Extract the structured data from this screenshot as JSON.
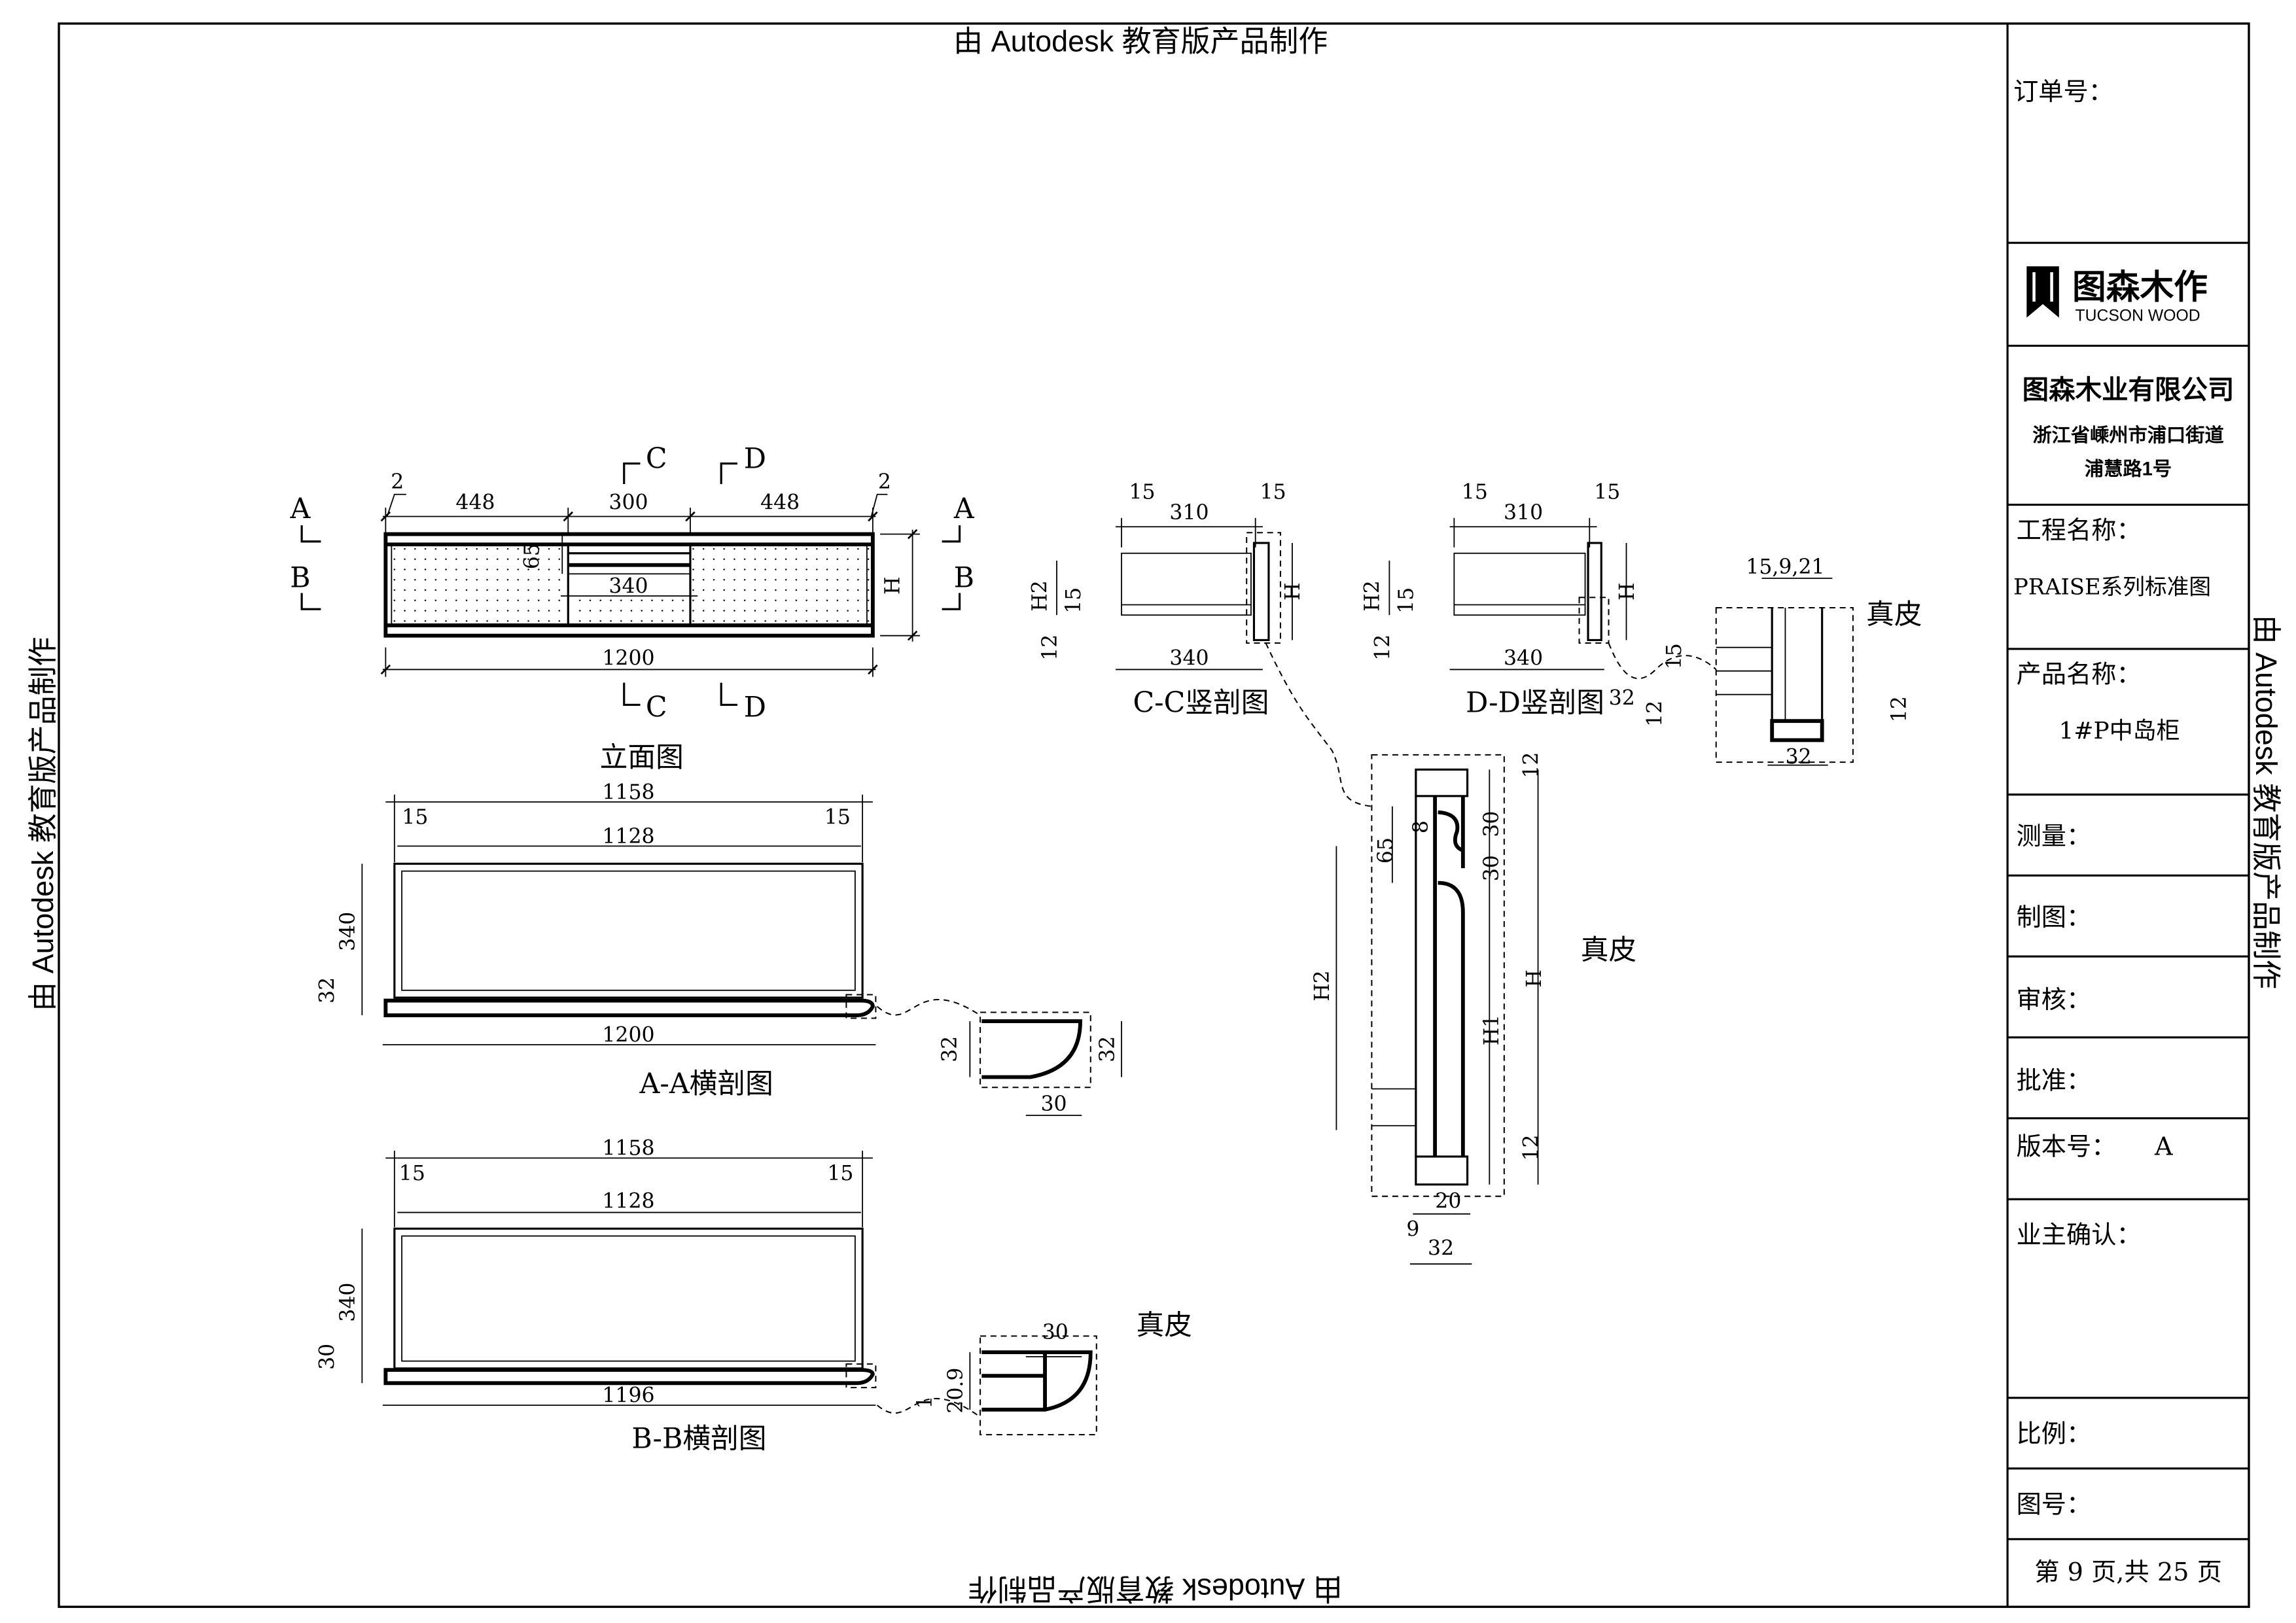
{
  "watermark": "由 Autodesk 教育版产品制作",
  "title_block": {
    "order_no_label": "订单号：",
    "logo": {
      "cn": "图森木作",
      "en": "TUCSON WOOD"
    },
    "company": "图森木业有限公司",
    "address_line1": "浙江省嵊州市浦口街道",
    "address_line2": "浦慧路1号",
    "project_label": "工程名称：",
    "project_value": "PRAISE系列标准图",
    "product_label": "产品名称：",
    "product_value": "1#P中岛柜",
    "measure_label": "测量：",
    "drawn_label": "制图：",
    "review_label": "审核：",
    "approve_label": "批准：",
    "version_label": "版本号：",
    "version_value": "A",
    "owner_confirm_label": "业主确认：",
    "scale_label": "比例：",
    "drawing_no_label": "图号：",
    "page_info": "第 9 页,共 25 页"
  },
  "elevation": {
    "caption": "立面图",
    "dims": {
      "left_gap": "2",
      "right_gap": "2",
      "left": "448",
      "middle": "300",
      "right": "448",
      "total": "1200",
      "drawer": "65",
      "inner": "340",
      "height": "H"
    },
    "markers": {
      "a": "A",
      "b": "B",
      "c": "C",
      "d": "D"
    }
  },
  "section_aa": {
    "caption": "A-A横剖图",
    "dims": {
      "outer": "1158",
      "side_l": "15",
      "side_r": "15",
      "inner": "1128",
      "depth": "340",
      "base": "32",
      "total": "1200"
    }
  },
  "section_bb": {
    "caption": "B-B横剖图",
    "dims": {
      "outer": "1158",
      "side_l": "15",
      "side_r": "15",
      "inner": "1128",
      "depth": "340",
      "base": "30",
      "total": "1196"
    }
  },
  "detail_aa": {
    "h_left": "32",
    "h_right": "32",
    "width": "30"
  },
  "detail_bb": {
    "width": "30",
    "height": "20.9",
    "small": "1"
  },
  "section_cc": {
    "caption": "C-C竖剖图",
    "dims": {
      "l": "15",
      "mid": "310",
      "r": "15",
      "depth": "340",
      "h": "H",
      "h2": "H2",
      "s15": "15",
      "s12": "12"
    }
  },
  "section_dd": {
    "caption": "D-D竖剖图",
    "dims": {
      "l": "15",
      "mid": "310",
      "r": "15",
      "depth": "340",
      "h": "H",
      "h2": "H2",
      "s15": "15",
      "s12": "12",
      "thick": "32"
    }
  },
  "detail_dd": {
    "top": "15,9,21",
    "d15": "15",
    "d12": "12",
    "r12": "12",
    "width": "32"
  },
  "detail_cc": {
    "top12": "12",
    "a30": "30",
    "b30": "30",
    "h1": "H1",
    "h": "H",
    "bot12": "12",
    "h2": "H2",
    "d65": "65",
    "d8": "8",
    "d20": "20",
    "d9": "9",
    "d32": "32"
  },
  "material_label": "真皮"
}
